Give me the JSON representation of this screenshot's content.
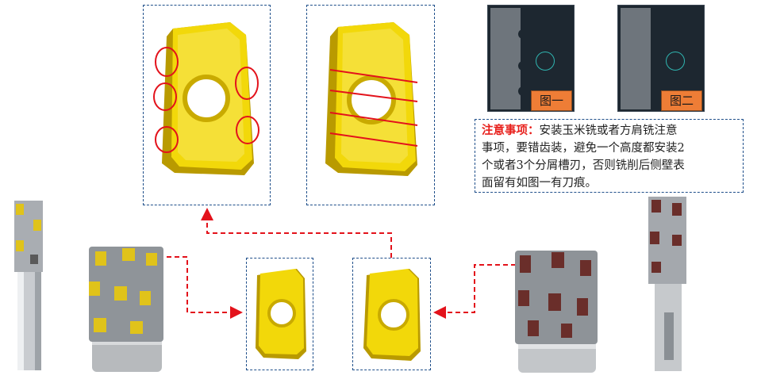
{
  "note": {
    "heading": "注意事项：",
    "line1_rest": "安装玉米铣或者方肩铣注意",
    "line2": "事项，要错齿装，避免一个高度都安装2",
    "line3": "个或者3个分屑槽刃，否则铣削后侧壁表",
    "line4": "面留有如图一有刀痕。"
  },
  "figures": {
    "fig1_label": "图一",
    "fig2_label": "图二"
  },
  "colors": {
    "insert_yellow": "#f2d80a",
    "insert_shadow": "#c7a800",
    "mark_red": "#e3121b",
    "arrow_red": "#e3121b",
    "box_blue": "#1f4f8a",
    "label_orange": "#ee7d36"
  }
}
